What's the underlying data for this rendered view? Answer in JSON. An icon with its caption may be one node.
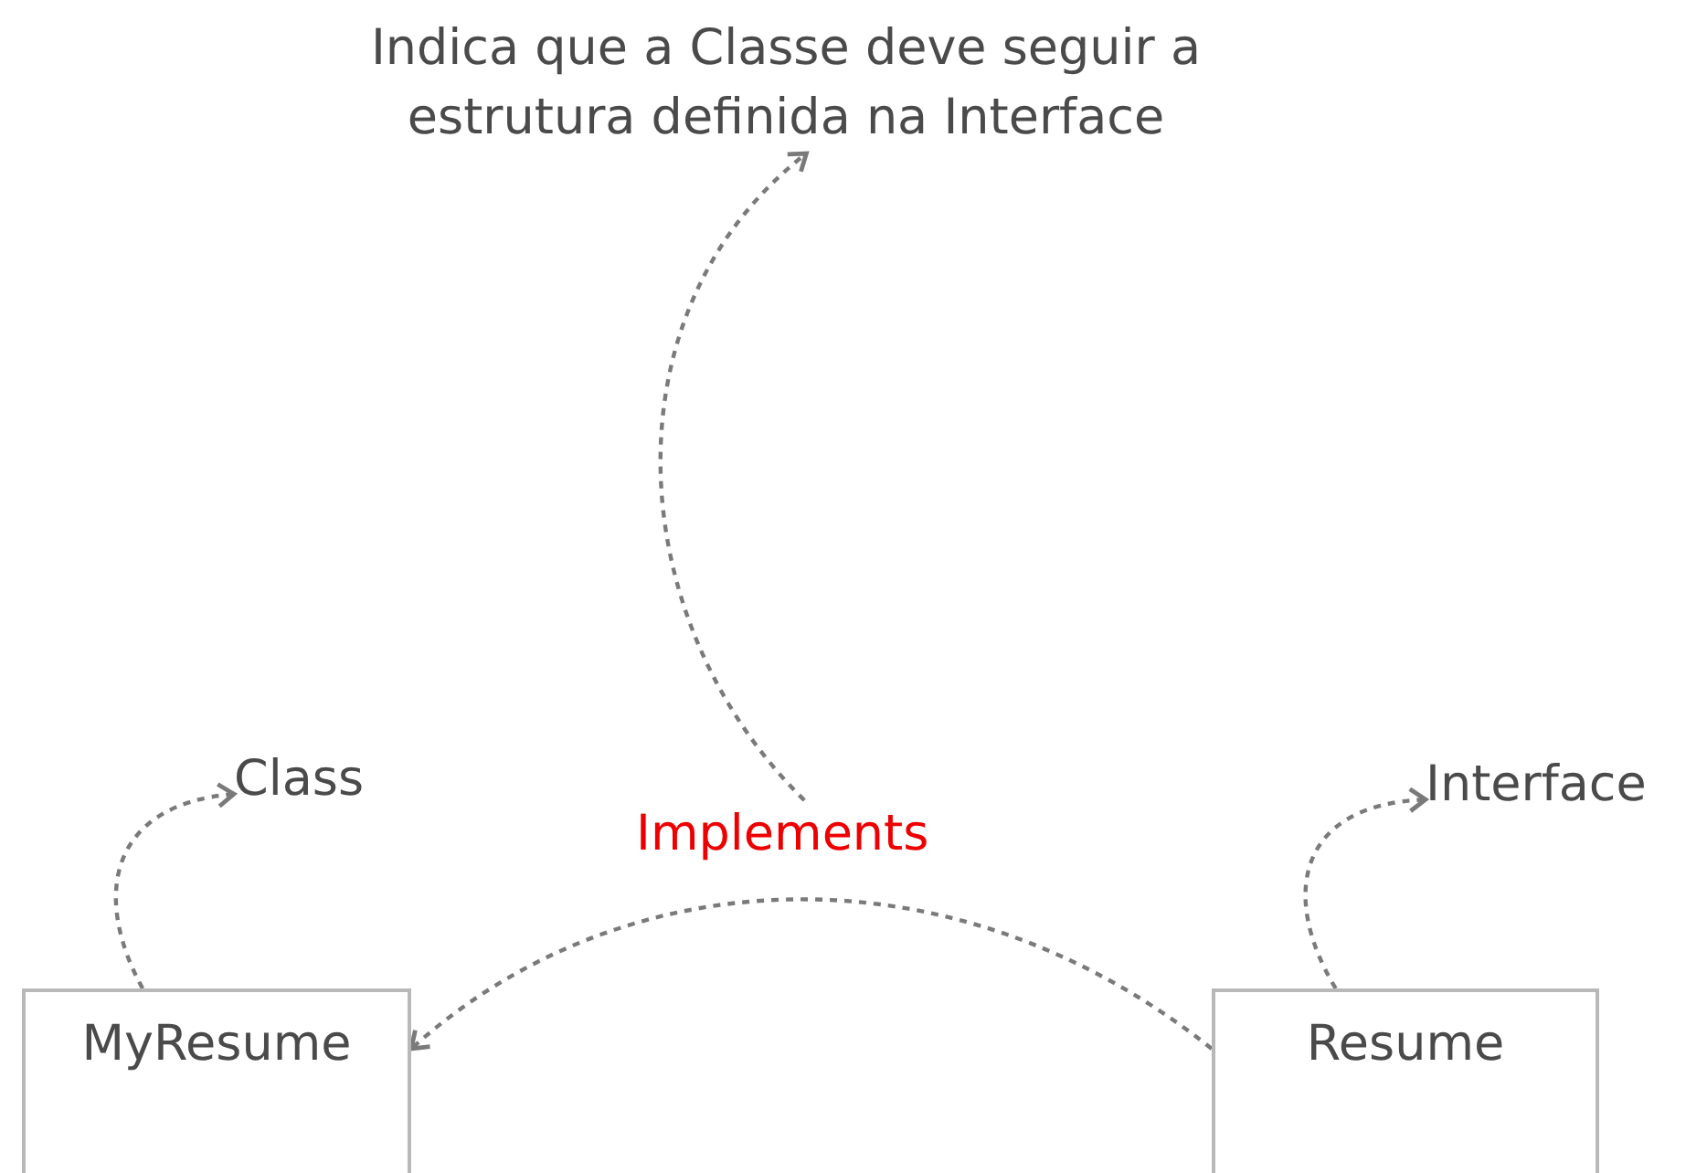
{
  "diagram": {
    "nodes": [
      {
        "text": [
          "Indica que a Classe deve seguir a estrutura definida na Interface"
        ]
      },
      {
        "text": [
          "Class"
        ]
      },
      {
        "text": [
          "Implements"
        ]
      },
      {
        "text": [
          "Interface"
        ]
      },
      {
        "text": [
          "MyResume"
        ]
      },
      {
        "text": [
          "Resume"
        ]
      }
    ],
    "edges": [
      {
        "from": 2,
        "to": 0,
        "arrow": "to",
        "style": "dashed"
      },
      {
        "from": 4,
        "to": 1,
        "arrow": "to",
        "style": "dashed"
      },
      {
        "from": 5,
        "to": 3,
        "arrow": "to",
        "style": "dashed"
      },
      {
        "from": 5,
        "to": 4,
        "arrow": "to",
        "style": "dashed"
      }
    ]
  }
}
